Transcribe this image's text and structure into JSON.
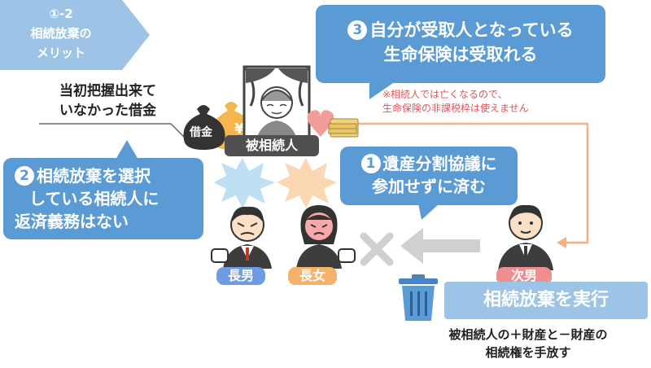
{
  "section_tag": {
    "number": "①-2",
    "line1": "相続放棄の",
    "line2": "メリット"
  },
  "bubble3": {
    "num": "3",
    "line1": "自分が受取人となっている",
    "line2": "生命保険は受取れる"
  },
  "note": {
    "line1": "※相続人では亡くなるので、",
    "line2": "生命保険の非課税枠は使えません"
  },
  "debt_caption": {
    "line1": "当初把握出来て",
    "line2": "いなかった借金"
  },
  "debt_bag_label": "借金",
  "yen_symbol": "¥",
  "deceased_label": "被相続人",
  "bubble2": {
    "num": "2",
    "line1": "相続放棄を選択",
    "line2": "している相続人に",
    "line3": "返済義務はない"
  },
  "bubble1": {
    "num": "1",
    "line1": "遺産分割協議に",
    "line2": "参加せずに済む"
  },
  "persons": {
    "eldest_son": "長男",
    "eldest_daughter": "長女",
    "second_son": "次男"
  },
  "action_label": "相続放棄を実行",
  "bottom_caption": {
    "line1": "被相続人の＋財産と－財産の",
    "line2": "相続権を手放す"
  },
  "colors": {
    "accent_blue": "#5b9bd5",
    "light_blue": "#9dc3e6",
    "orange": "#f4b183",
    "note_red": "#e0555a",
    "son_badge": "#6f9be0",
    "daughter_badge": "#f5b26b",
    "second_son_badge": "#ee8e8e"
  }
}
